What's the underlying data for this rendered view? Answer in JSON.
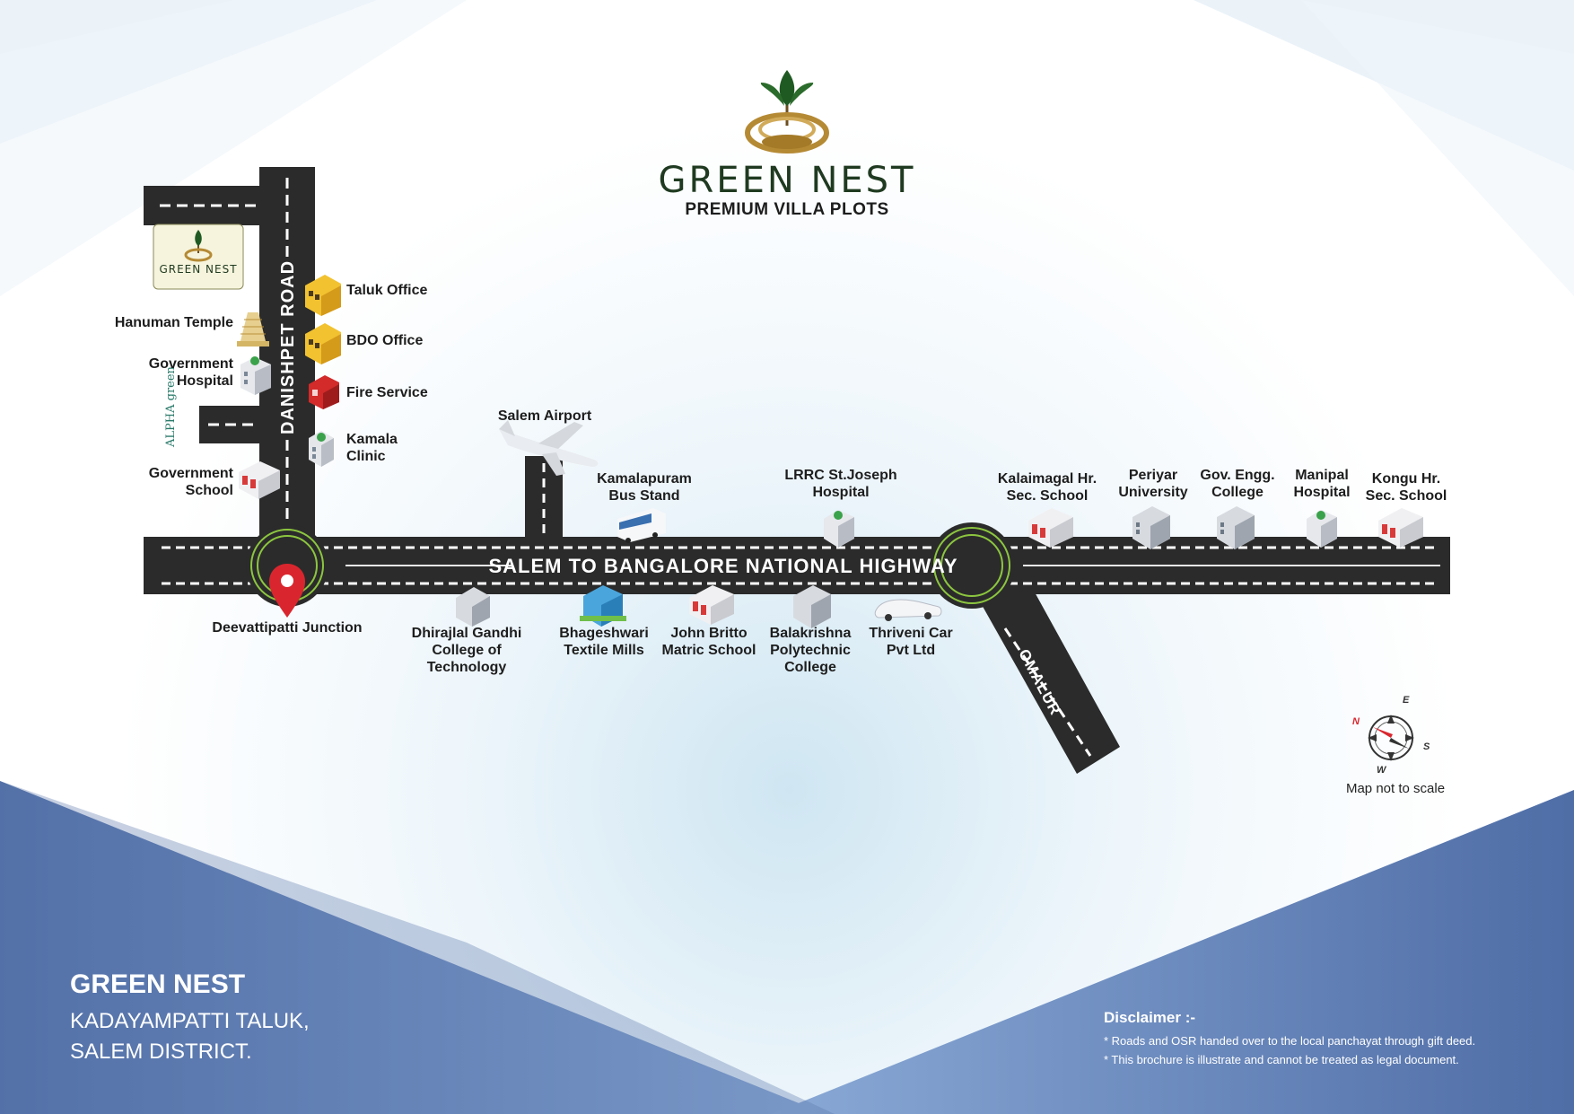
{
  "brand": {
    "title": "GREEN NEST",
    "subtitle": "PREMIUM VILLA PLOTS",
    "badge_text": "GREEN NEST",
    "alpha_text": "ALPHA green"
  },
  "colors": {
    "road": "#2b2b2b",
    "road_dash": "#ffffff",
    "junction_ring": "#8cc63f",
    "brand_green": "#1f3a20",
    "footer_blue": "#5b78ad",
    "pin_red": "#d9262e"
  },
  "roads": {
    "highway": "SALEM TO BANGALORE NATIONAL HIGHWAY",
    "vertical": "DANISHPET ROAD",
    "diagonal": "OMALUR"
  },
  "landmarks": {
    "taluk_office": "Taluk Office",
    "hanuman_temple": "Hanuman Temple",
    "bdo_office": "BDO Office",
    "government_hospital": [
      "Government",
      "Hospital"
    ],
    "fire_service": "Fire Service",
    "kamala_clinic": [
      "Kamala",
      "Clinic"
    ],
    "government_school": [
      "Government",
      "School"
    ],
    "salem_airport": "Salem Airport",
    "kamalapuram_bus_stand": [
      "Kamalapuram",
      "Bus Stand"
    ],
    "lrrc_hospital": [
      "LRRC St.Joseph",
      "Hospital"
    ],
    "kalaimagal_school": [
      "Kalaimagal Hr.",
      "Sec. School"
    ],
    "periyar_university": [
      "Periyar",
      "University"
    ],
    "gov_engg_college": [
      "Gov. Engg.",
      "College"
    ],
    "manipal_hospital": [
      "Manipal",
      "Hospital"
    ],
    "kongu_school": [
      "Kongu Hr.",
      "Sec. School"
    ],
    "deevattipatti_junction": "Deevattipatti Junction",
    "dhirajlal_college": [
      "Dhirajlal Gandhi",
      "College of",
      "Technology"
    ],
    "bhageshwari_mills": [
      "Bhageshwari",
      "Textile Mills"
    ],
    "john_britto_school": [
      "John Britto",
      "Matric School"
    ],
    "balakrishna_college": [
      "Balakrishna",
      "Polytechnic",
      "College"
    ],
    "thriveni_car": [
      "Thriveni Car",
      "Pvt Ltd"
    ]
  },
  "compass": {
    "n": "N",
    "e": "E",
    "s": "S",
    "w": "W",
    "note": "Map not to scale"
  },
  "footer": {
    "title": "GREEN NEST",
    "line1": "KADAYAMPATTI TALUK,",
    "line2": "SALEM DISTRICT."
  },
  "disclaimer": {
    "title": "Disclaimer :-",
    "line1": "* Roads and OSR handed over to the local panchayat through gift deed.",
    "line2": "* This brochure is illustrate and cannot be treated as legal document."
  }
}
